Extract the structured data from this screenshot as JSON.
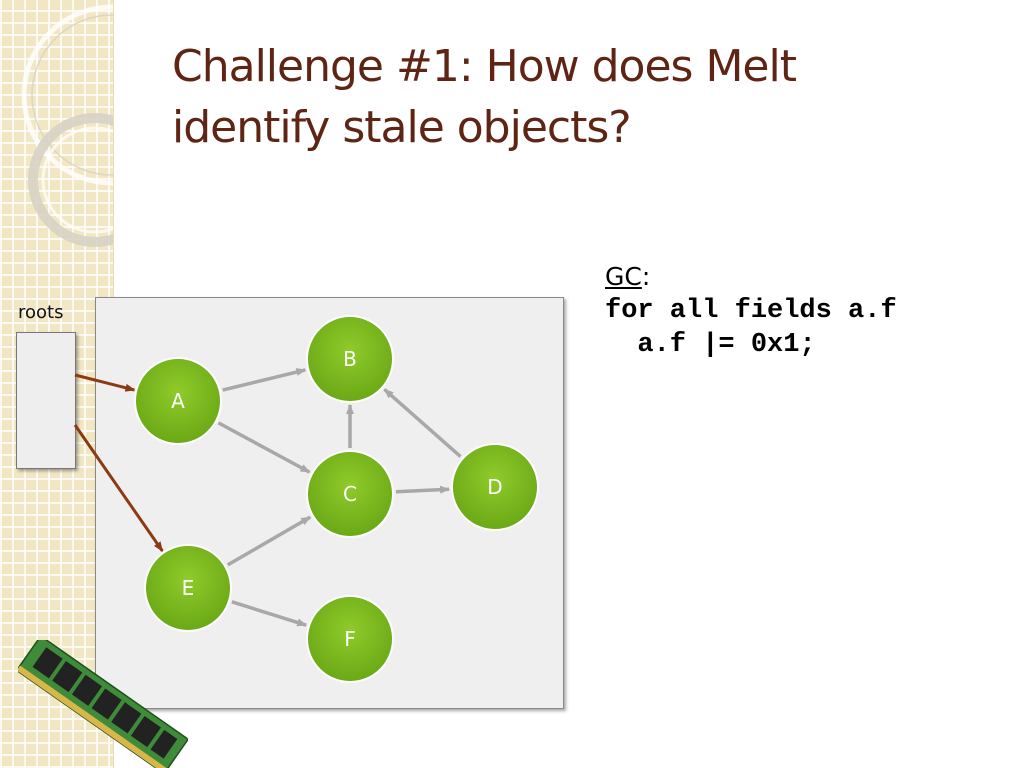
{
  "slide": {
    "title_lines": [
      "Challenge #1: How does Melt",
      "identify stale objects?"
    ],
    "roots_label": "roots"
  },
  "code": {
    "heading_label": "GC",
    "heading_suffix": ":",
    "lines": [
      "for all fields a.f",
      "  a.f |= 0x1;"
    ]
  },
  "graph": {
    "nodes": [
      {
        "id": "A",
        "label": "A"
      },
      {
        "id": "B",
        "label": "B"
      },
      {
        "id": "C",
        "label": "C"
      },
      {
        "id": "D",
        "label": "D"
      },
      {
        "id": "E",
        "label": "E"
      },
      {
        "id": "F",
        "label": "F"
      }
    ],
    "edges": [
      {
        "from": "A",
        "to": "B"
      },
      {
        "from": "A",
        "to": "C"
      },
      {
        "from": "C",
        "to": "B"
      },
      {
        "from": "C",
        "to": "D"
      },
      {
        "from": "D",
        "to": "B"
      },
      {
        "from": "E",
        "to": "C"
      },
      {
        "from": "E",
        "to": "F"
      }
    ],
    "root_edges": [
      {
        "from": "roots",
        "to": "A"
      },
      {
        "from": "roots",
        "to": "E"
      }
    ]
  },
  "colors": {
    "title": "#5e2414",
    "node_fill": "#7dba1e",
    "node_border": "#ffffff",
    "edge": "#a8a8a8",
    "root_edge": "#8b3a12"
  }
}
